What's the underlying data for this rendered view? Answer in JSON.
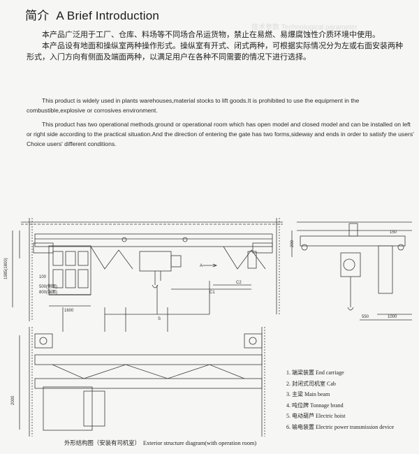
{
  "header": {
    "title_cn": "简介",
    "title_en": "A Brief Introduction",
    "ghost": "技术参数 Technological parameter"
  },
  "intro_cn": [
    "本产品广泛用于工厂、仓库、料场等不同场合吊运货物，禁止在易燃、易爆腐蚀性介质环境中使用。",
    "本产品设有地面和操纵室两种操作形式。操纵室有开式、闭式两种，可根据实际情况分为左或右面安装两种形式，入门方向有侧面及端面两种，以满足用户在各种不同需要的情况下进行选择。"
  ],
  "intro_en": [
    "This product is widely used in plants warehouses,material stocks to lift goods.It is prohibited to use the equipment in the combustible,explosive or   corrosives environment.",
    "This product has two operational methods.ground or operational room which has open model and closed model and can be installed on left or right side according to the practical situation.And the direction of entering the gate has two forms,sideway and ends in order to satisfy the users' Choice users' different conditions."
  ],
  "drawing_labels": {
    "d1600": "1600",
    "d1985": "1985(1800)",
    "d_a": "A",
    "d_c2": "C2",
    "d_c1": "C1",
    "d_s": "S",
    "d_500": "500(侧面)",
    "d_800": "800(端面)",
    "d_100": "100",
    "d_2000": "2000",
    "d_550": "550",
    "d_1000": "1000",
    "d_150": "150",
    "d_200": "200"
  },
  "legend": [
    "1. 端梁装置 End carriage",
    "2. 封闭式司机室 Cab",
    "3. 主梁 Main beam",
    "4. 吨位牌 Tonnage brand",
    "5. 电动葫芦 Electric hoist",
    "6. 输电装置 Electric power transmission device"
  ],
  "caption": {
    "cn": "外形结构图（安装有司机室）",
    "en": "Exterior structure diagram(with operation room)"
  }
}
